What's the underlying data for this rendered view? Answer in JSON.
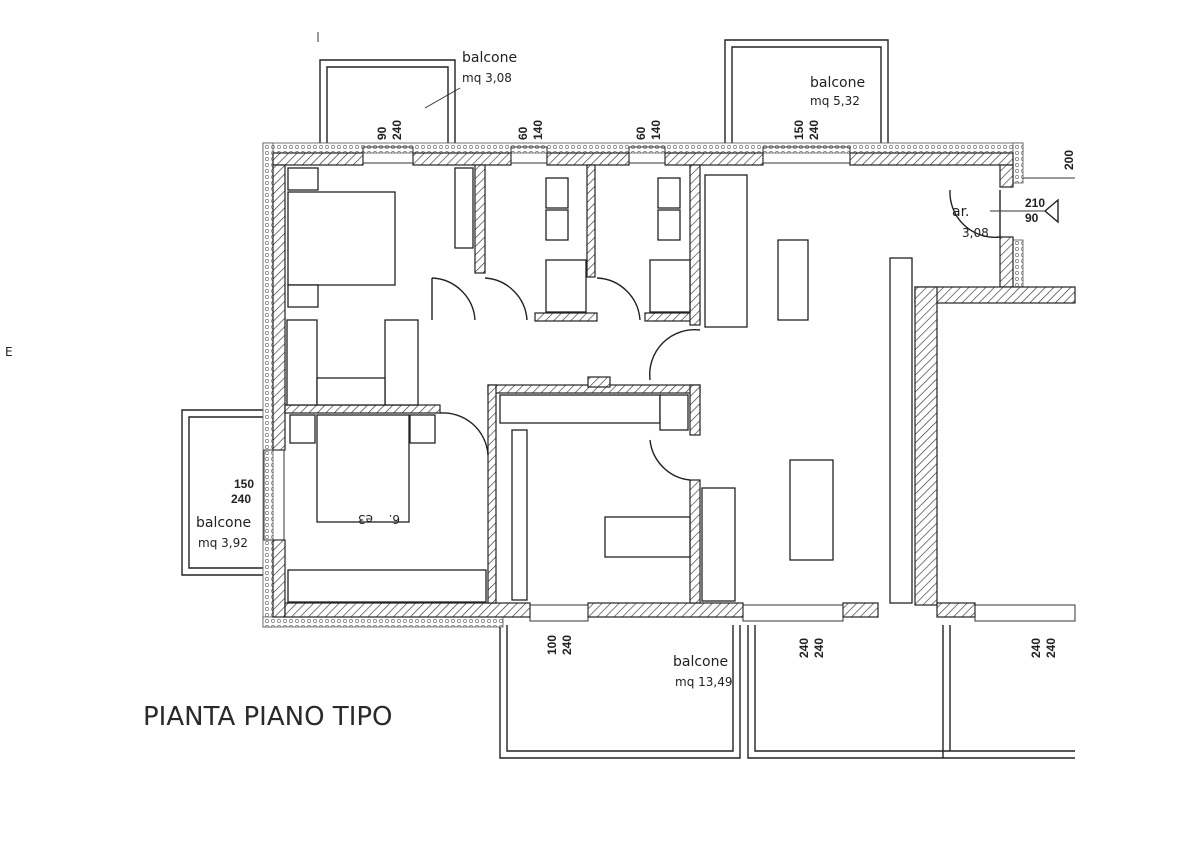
{
  "title": "PIANTA PIANO TIPO",
  "corner_mark": "E",
  "balconies": [
    {
      "label": "balcone",
      "area": "mq 3,08"
    },
    {
      "label": "balcone",
      "area": "mq 5,32"
    },
    {
      "label": "balcone",
      "area": "mq 3,92"
    },
    {
      "label": "balcone",
      "area": "mq 13,49"
    }
  ],
  "openings": [
    {
      "width": "90",
      "height": "240"
    },
    {
      "width": "60",
      "height": "140"
    },
    {
      "width": "60",
      "height": "140"
    },
    {
      "width": "150",
      "height": "240"
    },
    {
      "width": "150",
      "height": "240"
    },
    {
      "width": "100",
      "height": "240"
    },
    {
      "width": "240",
      "height": "240"
    },
    {
      "width": "240",
      "height": "240"
    }
  ],
  "entry": {
    "room": "ar.",
    "area": "3,08",
    "door_height": "210",
    "door_width": "90",
    "side_dim": "200"
  },
  "bed_marks": [
    "e3",
    "6."
  ]
}
